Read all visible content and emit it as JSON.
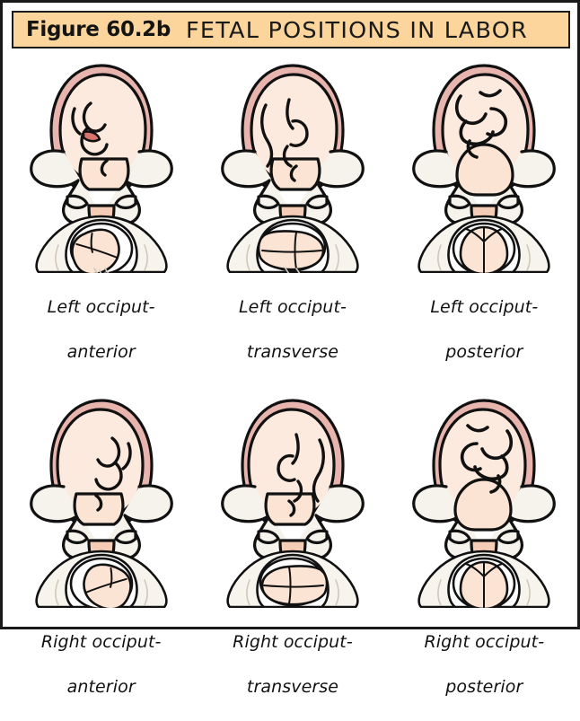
{
  "figure": {
    "number": "Figure 60.2b",
    "title": "FETAL POSITIONS IN LABOR",
    "header_bg": "#fbd59b",
    "border_color": "#1a1a1a",
    "background": "#ffffff"
  },
  "palette": {
    "outline": "#111111",
    "fetal_body": "#fbe4d4",
    "fetal_head": "#fdeade",
    "uterine_wall": "#e8b5ae",
    "pelvic_bone": "#f6f3ec",
    "bone_shadow": "#e4ded2",
    "vaginal_tissue": "#f7f4ee",
    "skull_fill": "#fbe4d4",
    "perineum": "#f5cdb6"
  },
  "panels": [
    {
      "id": "left-occiput-anterior",
      "label_line1": "Left occiput-",
      "label_line2": "anterior",
      "position": "left-anterior",
      "row": 1,
      "column": 1,
      "mirrored": false,
      "presentation": "anterior"
    },
    {
      "id": "left-occiput-transverse",
      "label_line1": "Left occiput-",
      "label_line2": "transverse",
      "position": "left-transverse",
      "row": 1,
      "column": 2,
      "mirrored": false,
      "presentation": "transverse"
    },
    {
      "id": "left-occiput-posterior",
      "label_line1": "Left occiput-",
      "label_line2": "posterior",
      "position": "left-posterior",
      "row": 1,
      "column": 3,
      "mirrored": false,
      "presentation": "posterior"
    },
    {
      "id": "right-occiput-anterior",
      "label_line1": "Right occiput-",
      "label_line2": "anterior",
      "position": "right-anterior",
      "row": 2,
      "column": 1,
      "mirrored": true,
      "presentation": "anterior"
    },
    {
      "id": "right-occiput-transverse",
      "label_line1": "Right occiput-",
      "label_line2": "transverse",
      "position": "right-transverse",
      "row": 2,
      "column": 2,
      "mirrored": true,
      "presentation": "transverse"
    },
    {
      "id": "right-occiput-posterior",
      "label_line1": "Right occiput-",
      "label_line2": "posterior",
      "position": "right-posterior",
      "row": 2,
      "column": 3,
      "mirrored": true,
      "presentation": "posterior"
    }
  ]
}
